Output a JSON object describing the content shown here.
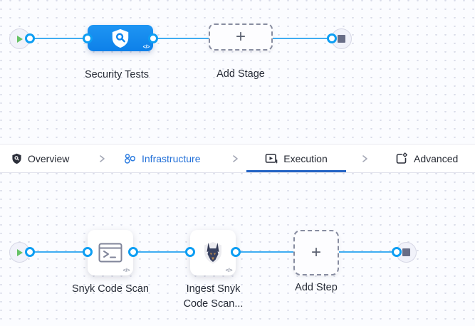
{
  "icons": {
    "code_glyph": "</>",
    "plus_glyph": "+"
  },
  "colors": {
    "stage_node_blue": "#0f86ef",
    "connector_line_blue": "#3fadf2",
    "connector_ring_blue": "#0d9ef3",
    "tab_link_blue": "#2471d8",
    "tab_underline_blue": "#2565c5",
    "play_green": "#66c266",
    "stop_gray": "#686d86"
  },
  "stage_pipeline": {
    "stage_label": "Security Tests",
    "add_stage_label": "Add Stage"
  },
  "tab_bar": {
    "tabs": [
      {
        "label": "Overview",
        "icon": "shield-check-icon",
        "state": "default"
      },
      {
        "label": "Infrastructure",
        "icon": "infrastructure-icon",
        "state": "link"
      },
      {
        "label": "Execution",
        "icon": "execution-icon",
        "state": "active"
      },
      {
        "label": "Advanced",
        "icon": "advanced-gear-icon",
        "state": "default"
      }
    ]
  },
  "step_pipeline": {
    "steps": [
      {
        "label": "Snyk Code Scan",
        "icon": "terminal-icon"
      },
      {
        "label": "Ingest Snyk Code Scan...",
        "icon": "snyk-logo-icon"
      }
    ],
    "add_step_label": "Add Step"
  }
}
